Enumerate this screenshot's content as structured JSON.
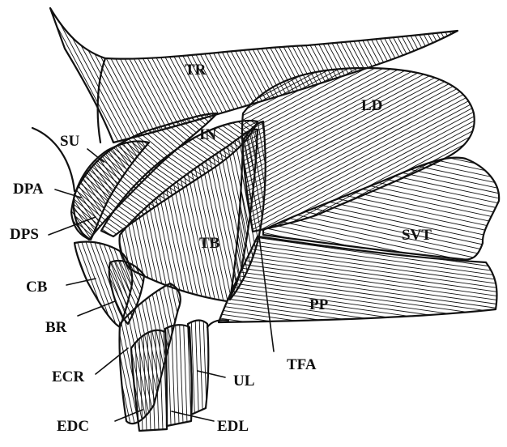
{
  "labels": {
    "TR": "TR",
    "LD": "LD",
    "IN": "IN",
    "SU": "SU",
    "DPA": "DPA",
    "DPS": "DPS",
    "TB": "TB",
    "SVT": "SVT",
    "CB": "CB",
    "BR": "BR",
    "PP": "PP",
    "ECR": "ECR",
    "TFA": "TFA",
    "UL": "UL",
    "EDC": "EDC",
    "EDL": "EDL"
  },
  "style": {
    "ink": "#111111",
    "background": "#ffffff"
  }
}
